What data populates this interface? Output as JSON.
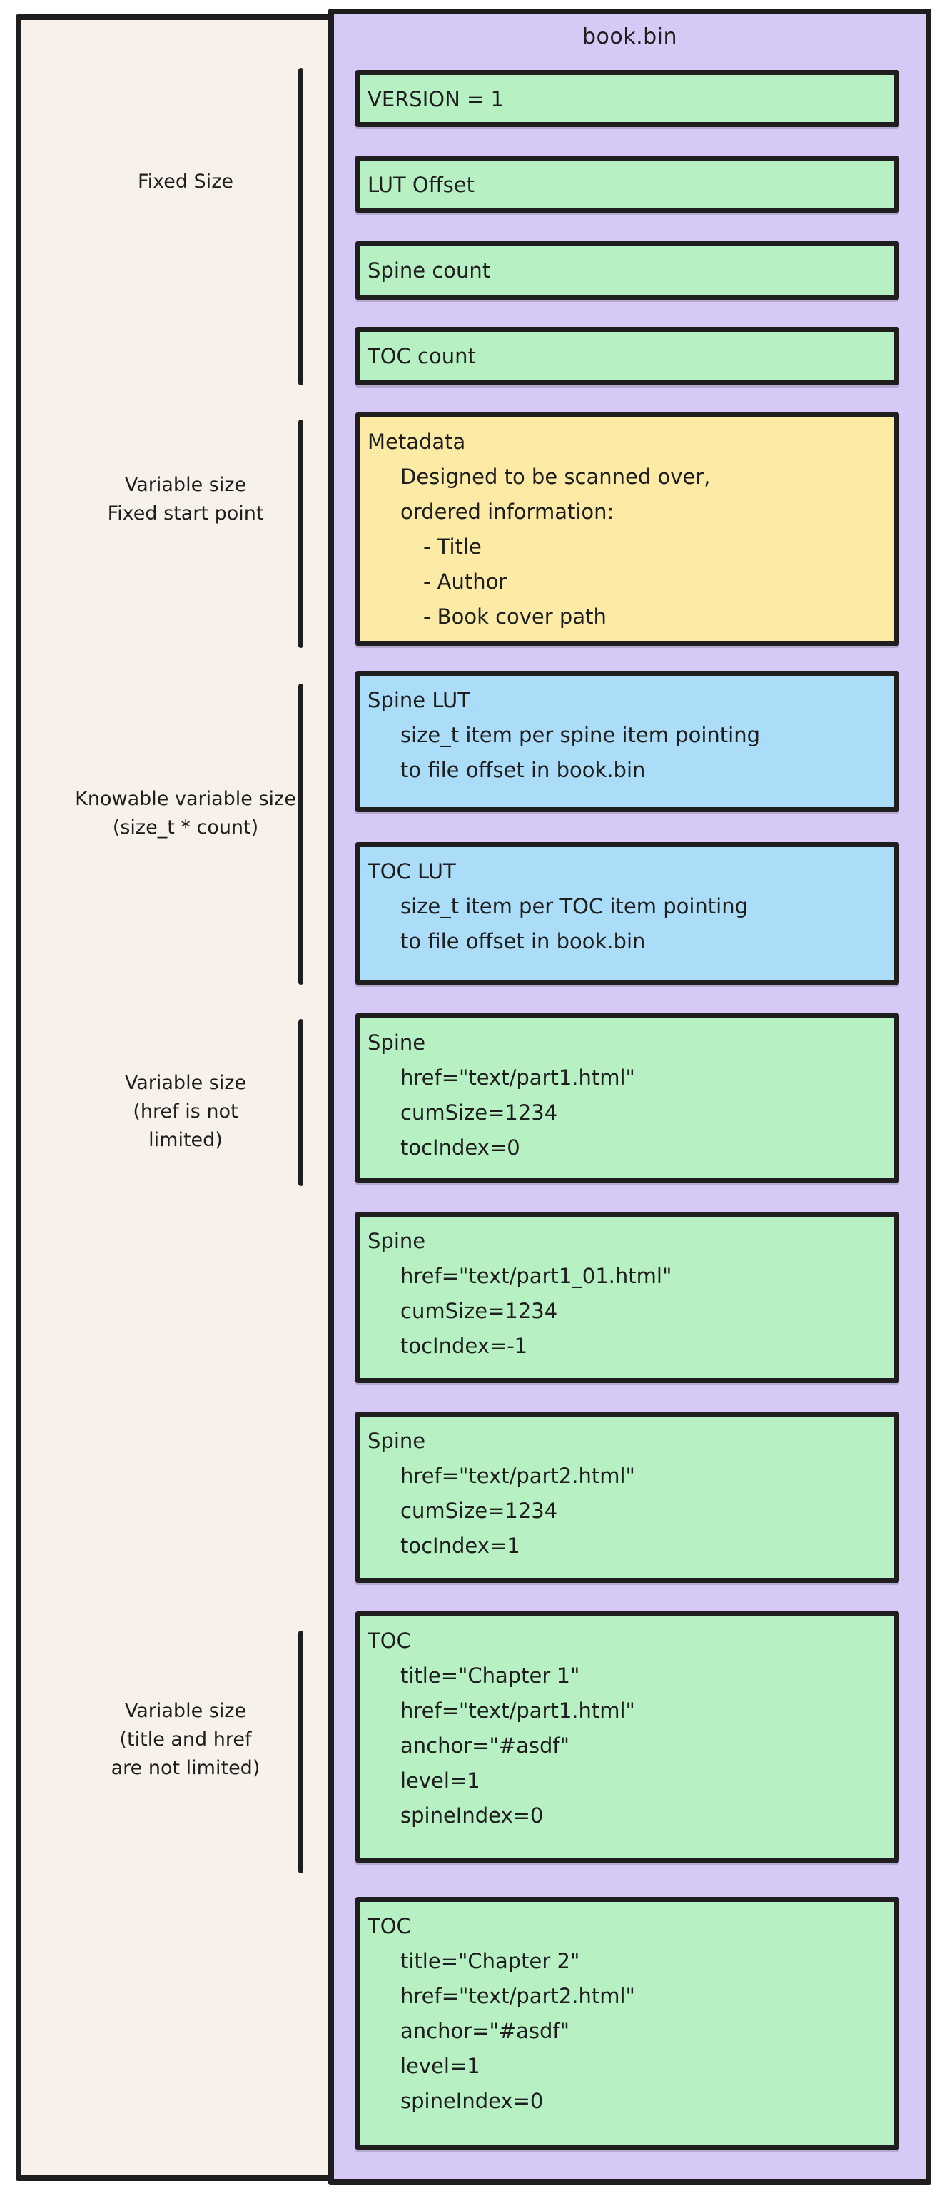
{
  "diagram": {
    "file_title": "book.bin",
    "colors": {
      "cream": "#f7f1ea",
      "purple": "#d6c9f6",
      "green": "#b7f0c2",
      "blue": "#abdcf8",
      "yellow": "#fdeaa5",
      "stroke": "#1e1e1e"
    },
    "legend": [
      {
        "lines": [
          "Fixed Size"
        ]
      },
      {
        "lines": [
          "Variable size",
          "Fixed start point"
        ]
      },
      {
        "lines": [
          "Knowable variable size",
          "(size_t * count)"
        ]
      },
      {
        "lines": [
          "Variable size",
          "(href is not",
          "limited)"
        ]
      },
      {
        "lines": [
          "Variable size",
          "(title and href",
          "are not limited)"
        ]
      }
    ],
    "boxes": [
      {
        "color": "green",
        "lines": [
          "VERSION = 1"
        ]
      },
      {
        "color": "green",
        "lines": [
          "LUT Offset"
        ]
      },
      {
        "color": "green",
        "lines": [
          "Spine count"
        ]
      },
      {
        "color": "green",
        "lines": [
          "TOC count"
        ]
      },
      {
        "color": "yellow",
        "lines": [
          "Metadata",
          "Designed to be scanned over,",
          "ordered information:",
          "- Title",
          "- Author",
          "- Book cover path"
        ]
      },
      {
        "color": "blue",
        "lines": [
          "Spine LUT",
          "size_t item per spine item pointing",
          "to file offset in book.bin"
        ]
      },
      {
        "color": "blue",
        "lines": [
          "TOC LUT",
          "size_t item per TOC item pointing",
          "to file offset in book.bin"
        ]
      },
      {
        "color": "green",
        "lines": [
          "Spine",
          "href=\"text/part1.html\"",
          "cumSize=1234",
          "tocIndex=0"
        ]
      },
      {
        "color": "green",
        "lines": [
          "Spine",
          "href=\"text/part1_01.html\"",
          "cumSize=1234",
          "tocIndex=-1"
        ]
      },
      {
        "color": "green",
        "lines": [
          "Spine",
          "href=\"text/part2.html\"",
          "cumSize=1234",
          "tocIndex=1"
        ]
      },
      {
        "color": "green",
        "lines": [
          "TOC",
          "title=\"Chapter 1\"",
          "href=\"text/part1.html\"",
          "anchor=\"#asdf\"",
          "level=1",
          "spineIndex=0"
        ]
      },
      {
        "color": "green",
        "lines": [
          "TOC",
          "title=\"Chapter 2\"",
          "href=\"text/part2.html\"",
          "anchor=\"#asdf\"",
          "level=1",
          "spineIndex=0"
        ]
      }
    ]
  }
}
